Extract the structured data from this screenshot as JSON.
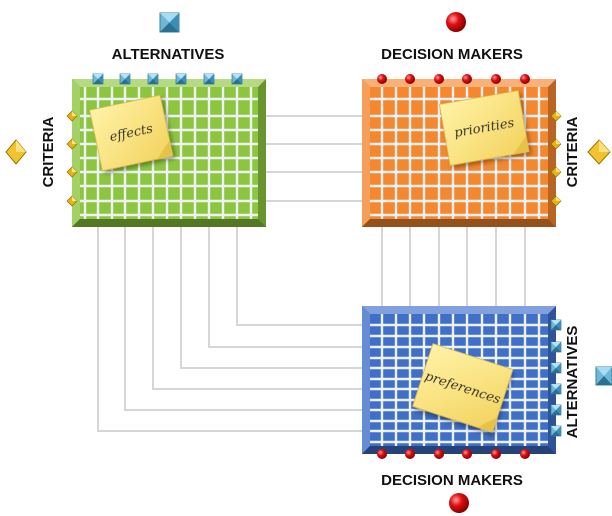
{
  "labels": {
    "top_left": "ALTERNATIVES",
    "top_right": "DECISION MAKERS",
    "left": "CRITERIA",
    "right": "CRITERIA",
    "right_lower": "ALTERNATIVES",
    "bottom": "DECISION MAKERS"
  },
  "notes": {
    "effects": "effects",
    "priorities": "priorities",
    "preferences": "preferences"
  },
  "matrices": {
    "effects": {
      "rows": 4,
      "cols": 6,
      "color": "#8CC63F"
    },
    "priorities": {
      "rows": 4,
      "cols": 6,
      "color": "#F5872E"
    },
    "preferences": {
      "rows": 6,
      "cols": 6,
      "color": "#3F6FC9"
    }
  },
  "icons": {
    "alternative": "blue-pyramid-icon",
    "decision_maker": "red-sphere-icon",
    "criterion": "gold-diamond-icon"
  },
  "colors": {
    "connector": "#d6d6d6",
    "grid_line": "#eef2f6",
    "note": "#FBE78A",
    "sphere": "#e01010",
    "diamond": "#d9a300",
    "pyramid": "#4aa3c9"
  }
}
